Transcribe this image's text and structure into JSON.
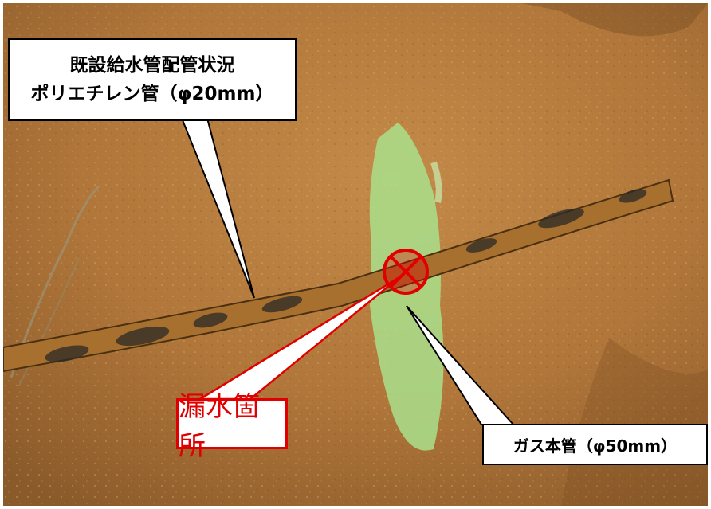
{
  "callouts": {
    "existing_pipe": {
      "line1": "既設給水管配管状況",
      "line2": "ポリエチレン管（φ20mm）"
    },
    "leak_point": "漏水箇所",
    "gas_main": "ガス本管（φ50mm）"
  },
  "colors": {
    "soil": "#b37838",
    "leak_marker": "#e00000",
    "gas_paint": "#a8e08a"
  }
}
